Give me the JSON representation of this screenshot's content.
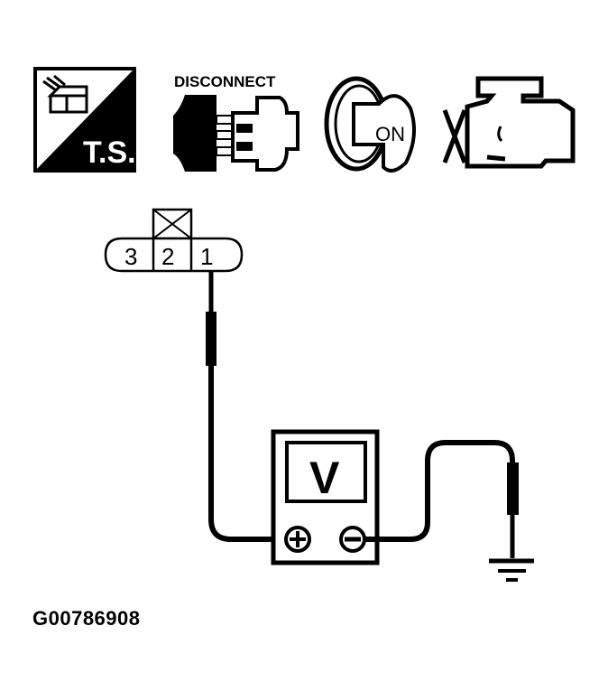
{
  "icons": {
    "ts": {
      "label": "T.S.",
      "semantic": "troubleshooting-icon"
    },
    "disconnect": {
      "label": "DISCONNECT",
      "semantic": "connector-disconnect-icon"
    },
    "ignition": {
      "label": "ON",
      "semantic": "ignition-key-on-icon"
    },
    "engine": {
      "semantic": "engine-not-running-icon"
    }
  },
  "connector": {
    "pins": [
      "3",
      "2",
      "1"
    ],
    "unused_pin": "2",
    "probed_pin": "1"
  },
  "meter": {
    "display": "V",
    "positive_terminal": "+",
    "negative_terminal": "−"
  },
  "ground": {
    "semantic": "ground-symbol"
  },
  "caption": "G00786908",
  "colors": {
    "line": "#000000",
    "background": "#ffffff"
  }
}
